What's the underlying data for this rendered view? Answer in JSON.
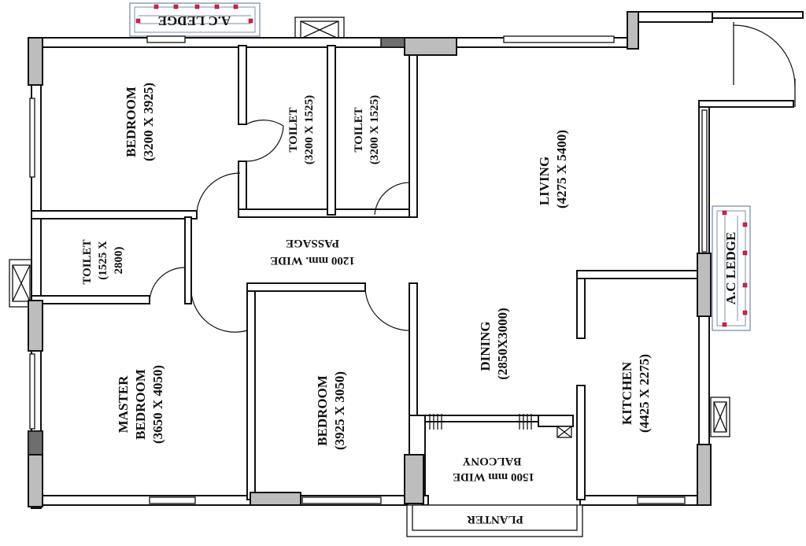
{
  "rooms": {
    "bedroom_top": {
      "name": "BEDROOM",
      "dims": "(3200 X 3925)"
    },
    "toilet_1": {
      "name": "TOILET",
      "dims": "(3200 X 1525)"
    },
    "toilet_2": {
      "name": "TOILET",
      "dims": "(3200 X 1525)"
    },
    "living": {
      "name": "LIVING",
      "dims": "(4275 X 5400)"
    },
    "toilet_left": {
      "line1": "TOILET",
      "line2": "(1525 X",
      "line3": "2800)"
    },
    "passage": {
      "line1": "PASSAGE",
      "line2": "1200 mm. WIDE"
    },
    "master_bedroom": {
      "line1": "MASTER",
      "line2": "BEDROOM",
      "line3": "(3650 X 4050)"
    },
    "bedroom_bottom": {
      "name": "BEDROOM",
      "dims": "(3925 X 3050)"
    },
    "dining": {
      "name": "DINING",
      "dims": "(2850X3000)"
    },
    "kitchen": {
      "name": "KITCHEN",
      "dims": "(4425 X 2275)"
    },
    "balcony": {
      "line1": "BALCONY",
      "line2": "1500 mm WIDE"
    },
    "planter": {
      "name": "PLANTER"
    }
  },
  "ledges": {
    "top": "A.C LEDGE",
    "right": "A.C LEDGE"
  }
}
